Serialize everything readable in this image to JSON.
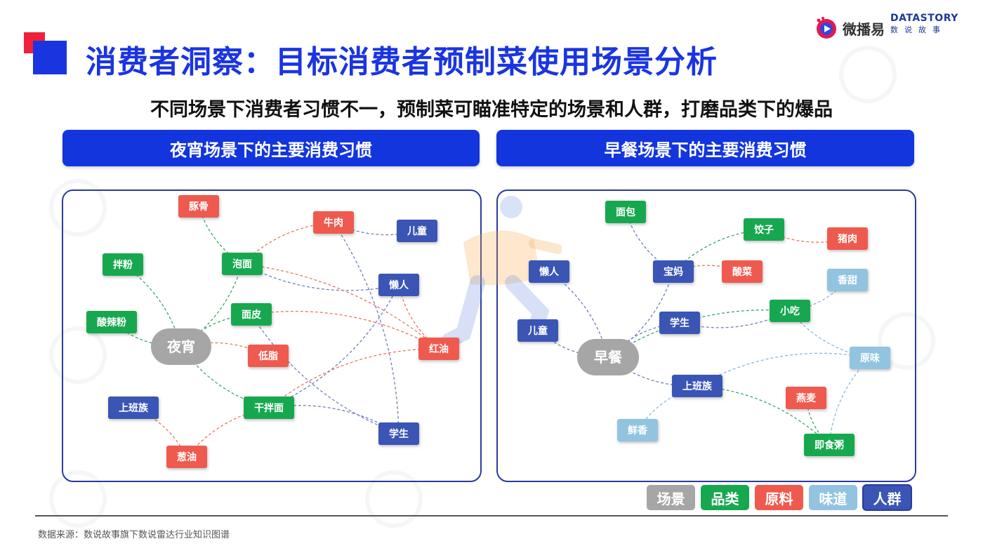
{
  "header": {
    "title": "消费者洞察：目标消费者预制菜使用场景分析",
    "subtitle": "不同场景下消费者习惯不一，预制菜可瞄准特定的场景和人群，打磨品类下的爆品"
  },
  "logos": {
    "weibo_text": "微播易",
    "datastory_top": "DATASTORY",
    "datastory_bottom": "数说故事"
  },
  "colors": {
    "scene": "#a6a6a6",
    "category": "#17a84f",
    "ingredient": "#ef5a4e",
    "flavor": "#92c4e0",
    "crowd": "#3a55b4",
    "accent_blue": "#1335dd",
    "accent_red": "#f0203a"
  },
  "left_panel": {
    "header": "夜宵场景下的主要消费习惯",
    "nodes": [
      {
        "id": "yexiao",
        "label": "夜宵",
        "type": "scene"
      },
      {
        "id": "tungu",
        "label": "豚骨",
        "type": "ingredient"
      },
      {
        "id": "niurou",
        "label": "牛肉",
        "type": "ingredient"
      },
      {
        "id": "ertong",
        "label": "儿童",
        "type": "crowd"
      },
      {
        "id": "banfen",
        "label": "拌粉",
        "type": "category"
      },
      {
        "id": "paomian",
        "label": "泡面",
        "type": "category"
      },
      {
        "id": "lanren",
        "label": "懒人",
        "type": "crowd"
      },
      {
        "id": "suanlafen",
        "label": "酸辣粉",
        "type": "category"
      },
      {
        "id": "mianpi",
        "label": "面皮",
        "type": "category"
      },
      {
        "id": "hongyou",
        "label": "红油",
        "type": "ingredient"
      },
      {
        "id": "dizhi",
        "label": "低脂",
        "type": "ingredient"
      },
      {
        "id": "shangbanzu",
        "label": "上班族",
        "type": "crowd"
      },
      {
        "id": "ganbanmian",
        "label": "干拌面",
        "type": "category"
      },
      {
        "id": "xuesheng",
        "label": "学生",
        "type": "crowd"
      },
      {
        "id": "congyou",
        "label": "葱油",
        "type": "ingredient"
      }
    ],
    "edges": [
      [
        "yexiao",
        "banfen"
      ],
      [
        "yexiao",
        "suanlafen"
      ],
      [
        "yexiao",
        "paomian"
      ],
      [
        "yexiao",
        "mianpi"
      ],
      [
        "yexiao",
        "ganbanmian"
      ],
      [
        "yexiao",
        "dizhi"
      ],
      [
        "tungu",
        "paomian"
      ],
      [
        "paomian",
        "niurou"
      ],
      [
        "niurou",
        "ertong"
      ],
      [
        "niurou",
        "xuesheng"
      ],
      [
        "paomian",
        "lanren"
      ],
      [
        "paomian",
        "hongyou"
      ],
      [
        "lanren",
        "hongyou"
      ],
      [
        "mianpi",
        "hongyou"
      ],
      [
        "mianpi",
        "xuesheng"
      ],
      [
        "ganbanmian",
        "hongyou"
      ],
      [
        "ganbanmian",
        "lanren"
      ],
      [
        "ganbanmian",
        "xuesheng"
      ],
      [
        "ganbanmian",
        "congyou"
      ],
      [
        "shangbanzu",
        "congyou"
      ]
    ]
  },
  "right_panel": {
    "header": "早餐场景下的主要消费习惯",
    "nodes": [
      {
        "id": "zaocan",
        "label": "早餐",
        "type": "scene"
      },
      {
        "id": "mianbao",
        "label": "面包",
        "type": "category"
      },
      {
        "id": "jiaozi",
        "label": "饺子",
        "type": "category"
      },
      {
        "id": "zhurou",
        "label": "猪肉",
        "type": "ingredient"
      },
      {
        "id": "lanren",
        "label": "懒人",
        "type": "crowd"
      },
      {
        "id": "baoma",
        "label": "宝妈",
        "type": "crowd"
      },
      {
        "id": "suancai",
        "label": "酸菜",
        "type": "ingredient"
      },
      {
        "id": "xiangtian",
        "label": "香甜",
        "type": "flavor"
      },
      {
        "id": "xuesheng",
        "label": "学生",
        "type": "crowd"
      },
      {
        "id": "xiaochi",
        "label": "小吃",
        "type": "category"
      },
      {
        "id": "ertong",
        "label": "儿童",
        "type": "crowd"
      },
      {
        "id": "yuanwei",
        "label": "原味",
        "type": "flavor"
      },
      {
        "id": "shangbanzu",
        "label": "上班族",
        "type": "crowd"
      },
      {
        "id": "yanmai",
        "label": "燕麦",
        "type": "ingredient"
      },
      {
        "id": "xianxiang",
        "label": "鲜香",
        "type": "flavor"
      },
      {
        "id": "jishizhou",
        "label": "即食粥",
        "type": "category"
      }
    ],
    "edges": [
      [
        "zaocan",
        "lanren"
      ],
      [
        "zaocan",
        "ertong"
      ],
      [
        "zaocan",
        "baoma"
      ],
      [
        "zaocan",
        "xuesheng"
      ],
      [
        "zaocan",
        "shangbanzu"
      ],
      [
        "zaocan",
        "xiaochi"
      ],
      [
        "mianbao",
        "baoma"
      ],
      [
        "baoma",
        "jiaozi"
      ],
      [
        "jiaozi",
        "zhurou"
      ],
      [
        "baoma",
        "suancai"
      ],
      [
        "xiaochi",
        "xiangtian"
      ],
      [
        "xiaochi",
        "xuesheng"
      ],
      [
        "xiaochi",
        "yuanwei"
      ],
      [
        "shangbanzu",
        "yuanwei"
      ],
      [
        "shangbanzu",
        "xianxiang"
      ],
      [
        "shangbanzu",
        "jishizhou"
      ],
      [
        "yanmai",
        "jishizhou"
      ],
      [
        "jishizhou",
        "yuanwei"
      ]
    ]
  },
  "legend": [
    {
      "label": "场景",
      "type": "scene"
    },
    {
      "label": "品类",
      "type": "category"
    },
    {
      "label": "原料",
      "type": "ingredient"
    },
    {
      "label": "味道",
      "type": "flavor"
    },
    {
      "label": "人群",
      "type": "crowd"
    }
  ],
  "footer": {
    "source": "数据来源：数说故事旗下数说雷达行业知识图谱"
  }
}
